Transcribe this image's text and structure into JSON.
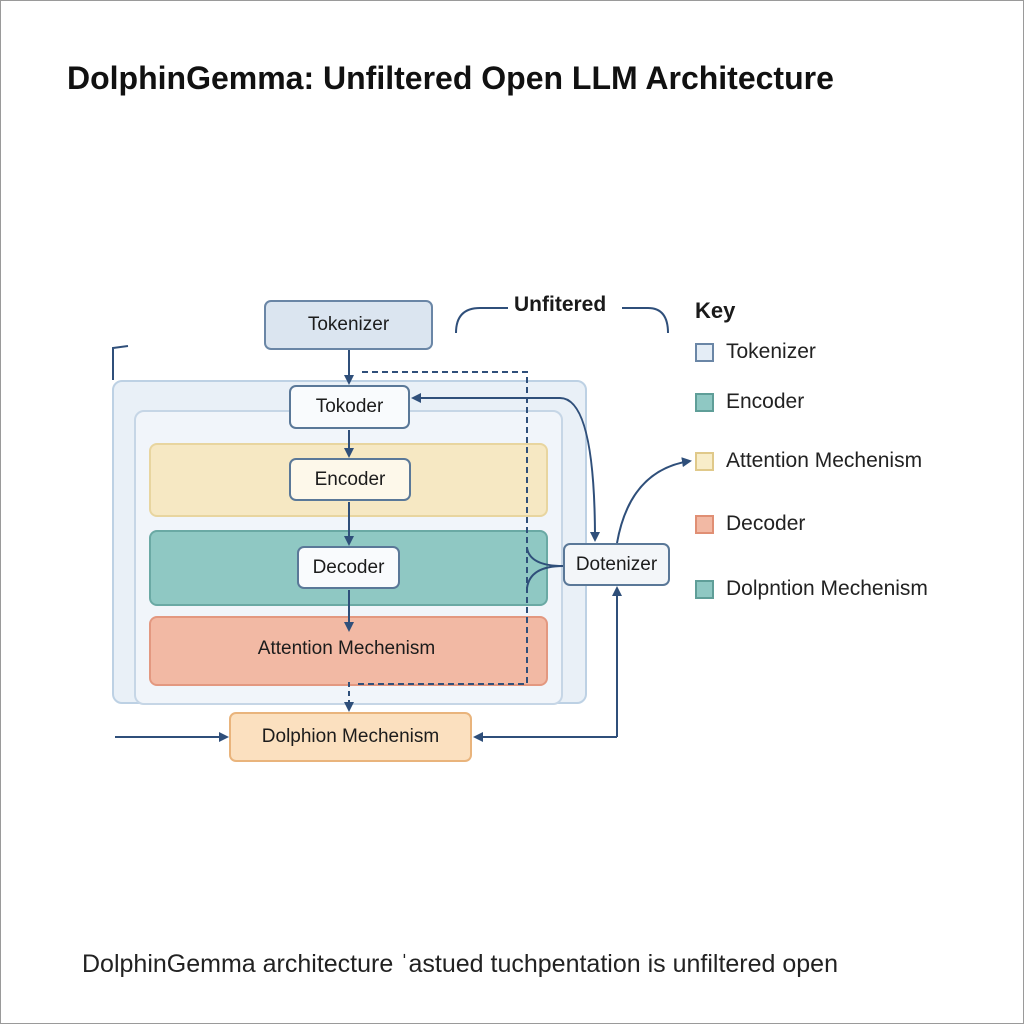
{
  "title": "DolphinGemma: Unfiltered Open LLM Architecture",
  "caption": "DolphinGemma architecture ˈastued tuchpentation is unfiltered open",
  "annotation": "Unfitered",
  "nodes": {
    "tokenizer": "Tokenizer",
    "tokoder": "Tokoder",
    "encoder": "Encoder",
    "decoder": "Decoder",
    "attention": "Attention Mechenism",
    "dolphion": "Dolphion Mechenism",
    "dotenizer": "Dotenizer"
  },
  "legend": {
    "title": "Key",
    "items": [
      {
        "label": "Tokenizer",
        "color": "#e4edf6",
        "border": "#6a86a6"
      },
      {
        "label": "Encoder",
        "color": "#8fc8c3",
        "border": "#5f9e98"
      },
      {
        "label": "Attention Mechenism",
        "color": "#f8edc9",
        "border": "#e0c98a"
      },
      {
        "label": "Decoder",
        "color": "#f2b9a4",
        "border": "#e08f74"
      },
      {
        "label": "Dolpntion Mechenism",
        "color": "#8fc8c3",
        "border": "#5f9e98"
      }
    ]
  },
  "colors": {
    "arrow": "#2f4f7a",
    "panel": "#e9f0f7",
    "attention_band": "#f6e8c3",
    "encoder_band": "#8fc8c3",
    "decoder_band": "#f2b9a4",
    "dolphion_fill": "#fbe0bf"
  }
}
